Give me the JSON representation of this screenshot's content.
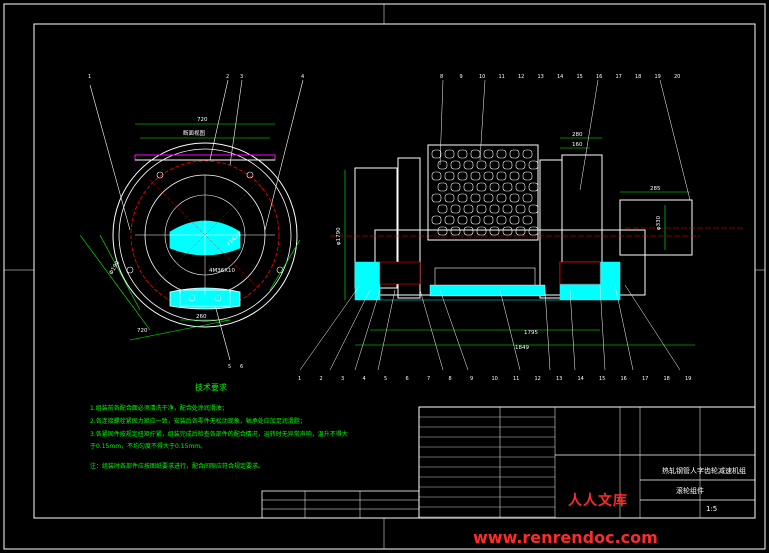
{
  "technical_requirements": {
    "title": "技术要求",
    "items": [
      "1.组装前各配合面必须清洗干净，配合处涂润滑油；",
      "2.各连接螺栓紧固力矩应一致，安装后各零件无松动现象，轴承处应加足润滑脂；",
      "3.各紧固件按规定扭矩拧紧，组装完成后检查各部件的配合情况，运转时无异常声响，温升不得大",
      "于0.15mm，不均匀度不得大于0.15mm。"
    ],
    "note": "注：组装时各部件应按图纸要求进行，配合间隙应符合规定要求。"
  },
  "title_block": {
    "drawing_name": "滚轮组件",
    "scale": "1:5",
    "company": "热轧钢管人字齿轮减速机组"
  },
  "watermark": {
    "text": "人人文库",
    "url": "www.renrendoc.com"
  },
  "dimensions": {
    "left_top": "720",
    "left_label": "断面视图",
    "left_bottom": "720",
    "left_bolt": "4M36X10",
    "left_arc": "φ1472",
    "left_small": "Φ190",
    "left_bottom_small": "260",
    "right_height": "φ1790",
    "right_len1": "1795",
    "right_len2": "1849",
    "right_top1": "280",
    "right_top2": "160",
    "right_shaft": "φ330",
    "right_key": "285"
  },
  "callouts": {
    "left_top": [
      "1",
      "2",
      "3",
      "4"
    ],
    "left_bottom": [
      "5",
      "6"
    ],
    "right_top": [
      "8",
      "9",
      "10",
      "11",
      "12",
      "13",
      "14",
      "15",
      "16",
      "17",
      "18",
      "19",
      "20"
    ],
    "right_bottom": [
      "1",
      "2",
      "3",
      "4",
      "5",
      "6",
      "7",
      "8",
      "9",
      "10",
      "11",
      "12",
      "13",
      "14",
      "15",
      "16",
      "17",
      "18",
      "19"
    ]
  },
  "colors": {
    "background": "#000000",
    "outline": "#ffffff",
    "cyan": "#00ffff",
    "red": "#ff0000",
    "green": "#00ff00",
    "magenta": "#ff00ff",
    "watermark": "#ff2a2a"
  }
}
